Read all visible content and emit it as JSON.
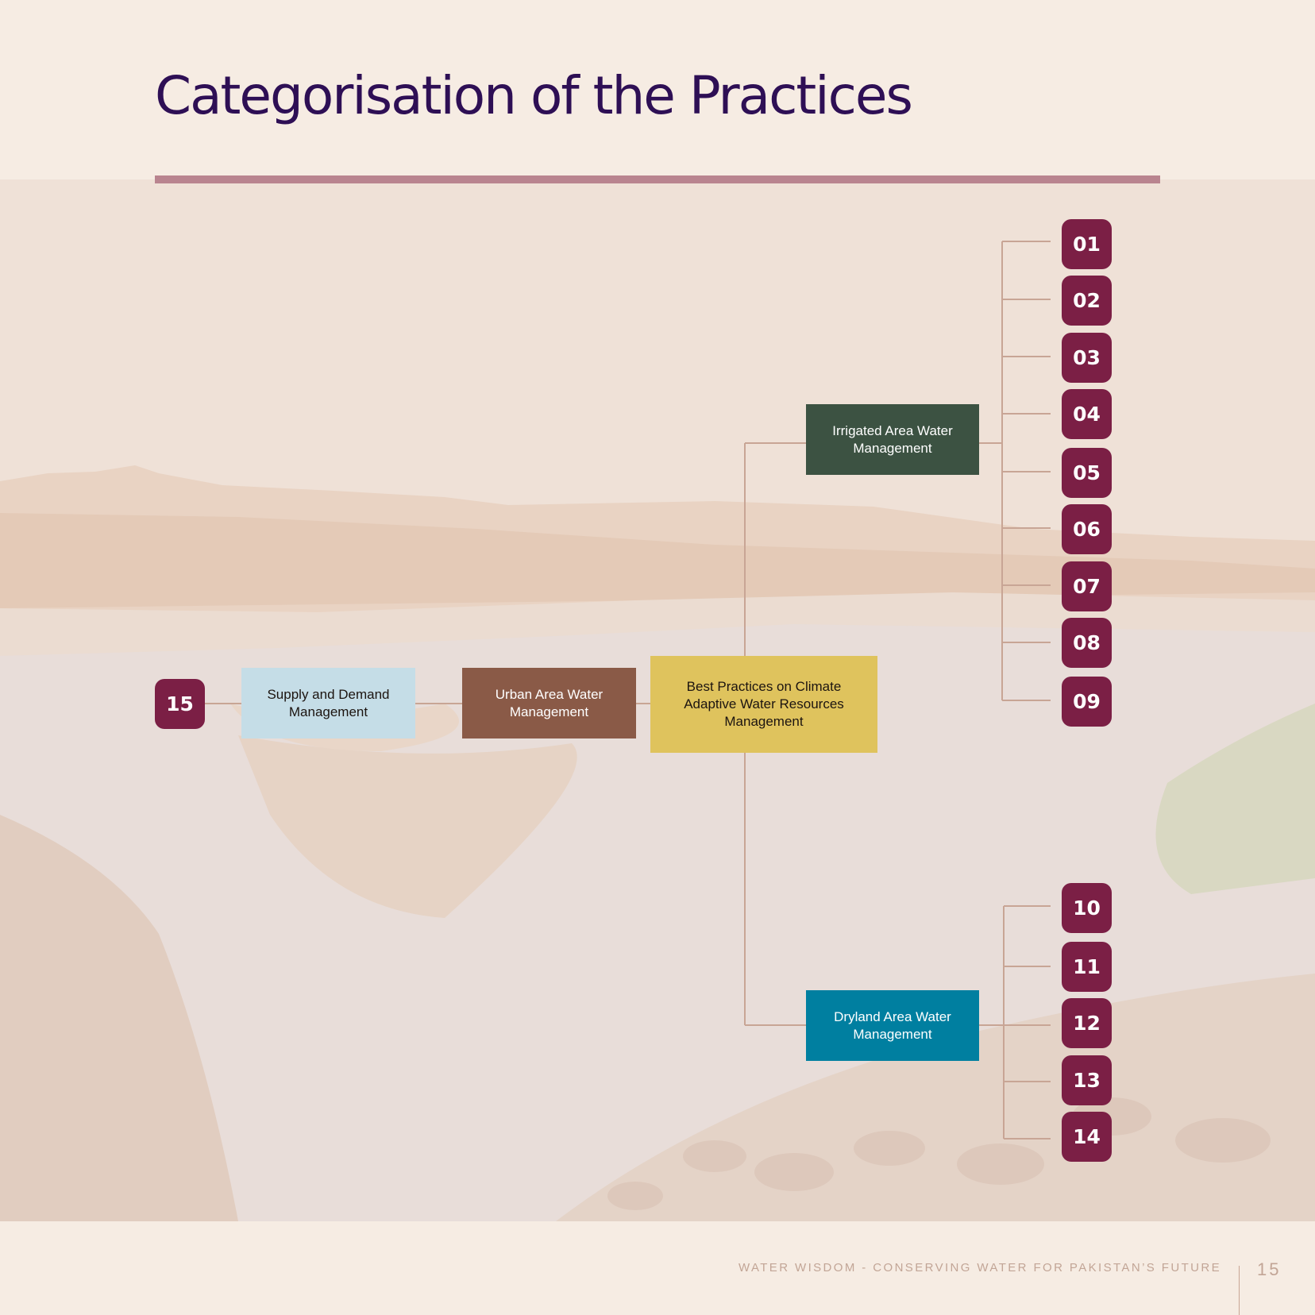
{
  "page": {
    "title": "Categorisation of the Practices",
    "footer_text": "WATER WISDOM - CONSERVING WATER FOR PAKISTAN’S FUTURE",
    "page_number": "15"
  },
  "colors": {
    "badge": "#7b1f45",
    "title": "#2e0f55",
    "rule": "#b9848f",
    "connector": "#c8a595",
    "central": "#dfc35d",
    "irrigated": "#3c5242",
    "dryland": "#007fa0",
    "urban": "#8a5a47",
    "supply": "#c5dde7"
  },
  "diagram": {
    "central": "Best Practices on Climate Adaptive Water Resources Management",
    "irrigated": "Irrigated Area Water Management",
    "dryland": "Dryland Area Water Management",
    "urban": "Urban Area Water Management",
    "supply": "Supply and Demand Management",
    "irrigated_badges": [
      "01",
      "02",
      "03",
      "04",
      "05",
      "06",
      "07",
      "08",
      "09"
    ],
    "dryland_badges": [
      "10",
      "11",
      "12",
      "13",
      "14"
    ],
    "supply_badge": "15"
  }
}
